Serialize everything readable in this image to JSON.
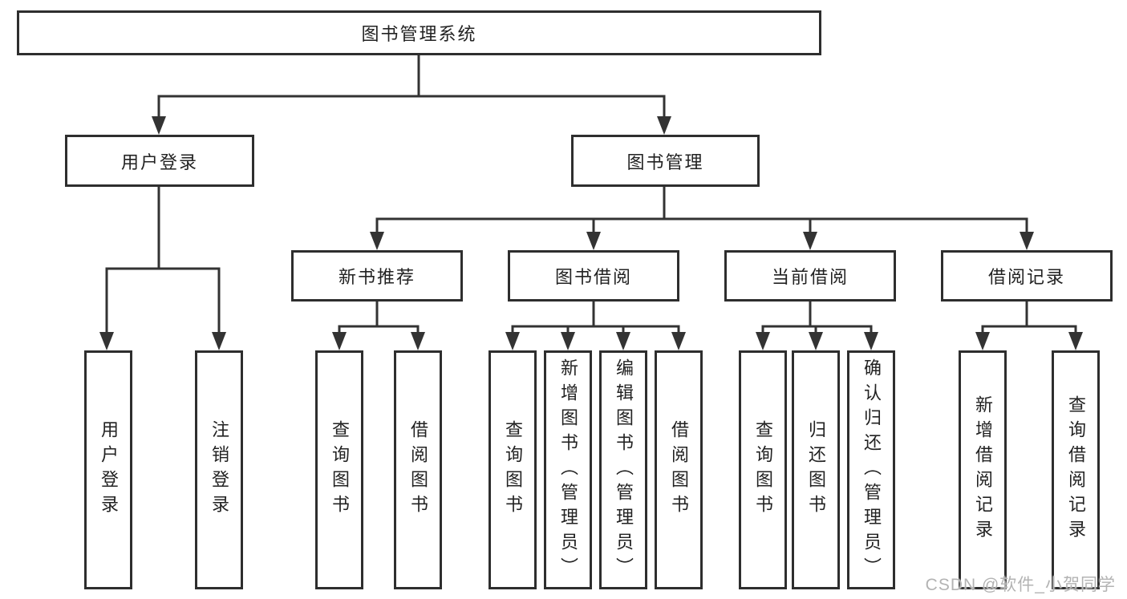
{
  "diagram": {
    "type": "tree-structure-chart",
    "root": "图书管理系统",
    "level2": [
      "用户登录",
      "图书管理"
    ],
    "level3": [
      "新书推荐",
      "图书借阅",
      "当前借阅",
      "借阅记录"
    ],
    "leaves": [
      "用户登录",
      "注销登录",
      "查询图书",
      "借阅图书",
      "查询图书",
      "新增图书（管理员）",
      "编辑图书（管理员）",
      "借阅图书",
      "查询图书",
      "归还图书",
      "确认归还（管理员）",
      "新增借阅记录",
      "查询借阅记录"
    ],
    "hierarchy": {
      "图书管理系统": {
        "用户登录": [
          "用户登录",
          "注销登录"
        ],
        "图书管理": {
          "新书推荐": [
            "查询图书",
            "借阅图书"
          ],
          "图书借阅": [
            "查询图书",
            "新增图书（管理员）",
            "编辑图书（管理员）",
            "借阅图书"
          ],
          "当前借阅": [
            "查询图书",
            "归还图书",
            "确认归还（管理员）"
          ],
          "借阅记录": [
            "新增借阅记录",
            "查询借阅记录"
          ]
        }
      }
    }
  },
  "watermark": "CSDN @软件_小贺同学",
  "colors": {
    "line": "#333333",
    "box_border": "#2e2e2e",
    "text": "#222222",
    "watermark": "#b3b3b3",
    "background": "#ffffff"
  }
}
